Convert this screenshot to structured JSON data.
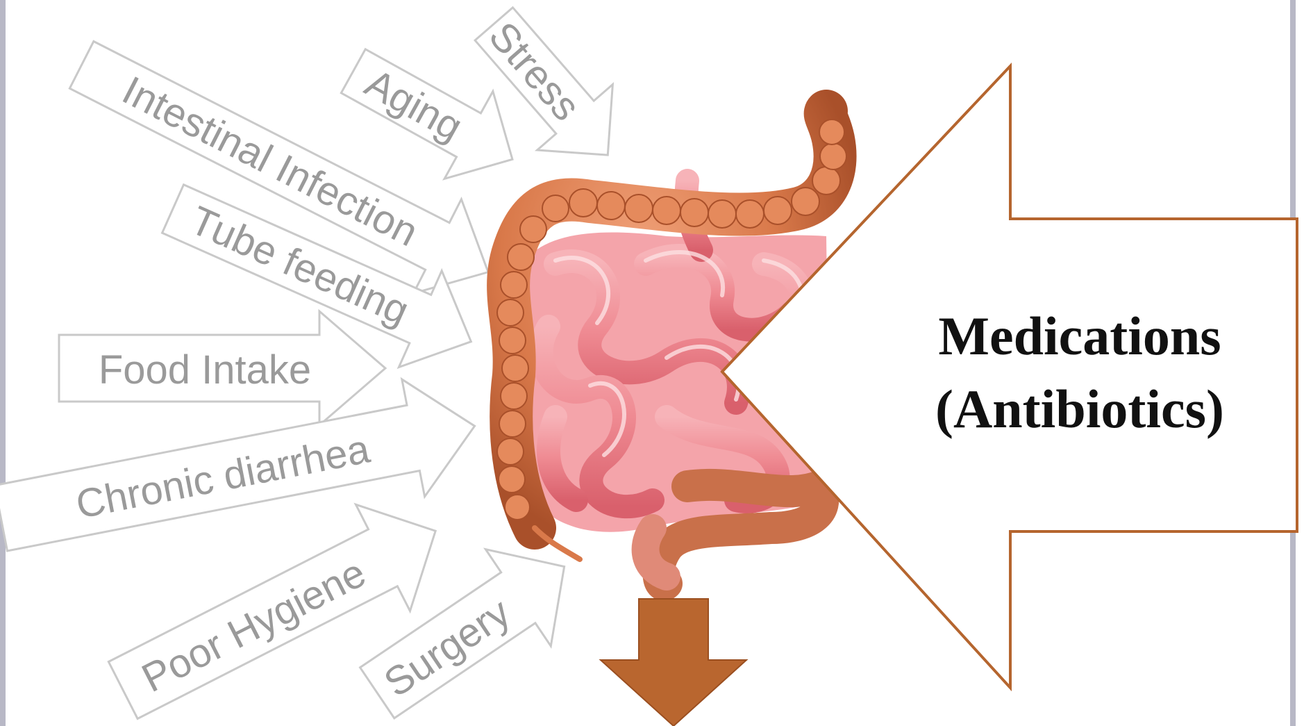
{
  "diagram": {
    "factors": [
      {
        "id": "stress",
        "label": "Stress"
      },
      {
        "id": "aging",
        "label": "Aging"
      },
      {
        "id": "intestinal-infection",
        "label": "Intestinal Infection"
      },
      {
        "id": "tube-feeding",
        "label": "Tube feeding"
      },
      {
        "id": "food-intake",
        "label": "Food Intake"
      },
      {
        "id": "chronic-diarrhea",
        "label": "Chronic diarrhea"
      },
      {
        "id": "poor-hygiene",
        "label": "Poor Hygiene"
      },
      {
        "id": "surgery",
        "label": "Surgery"
      }
    ],
    "main_factor": {
      "line1": "Medications",
      "line2": "(Antibiotics)"
    },
    "colors": {
      "arrow_outline_gray": "#c9c9c9",
      "big_arrow_outline": "#b5652e",
      "down_arrow_fill": "#b9662f",
      "colon_orange": "#d9794a",
      "small_intestine_pink": "#ef8a92",
      "border_gray": "#b8b8c6"
    },
    "icons": [
      "intestine-illustration",
      "down-arrow"
    ]
  }
}
